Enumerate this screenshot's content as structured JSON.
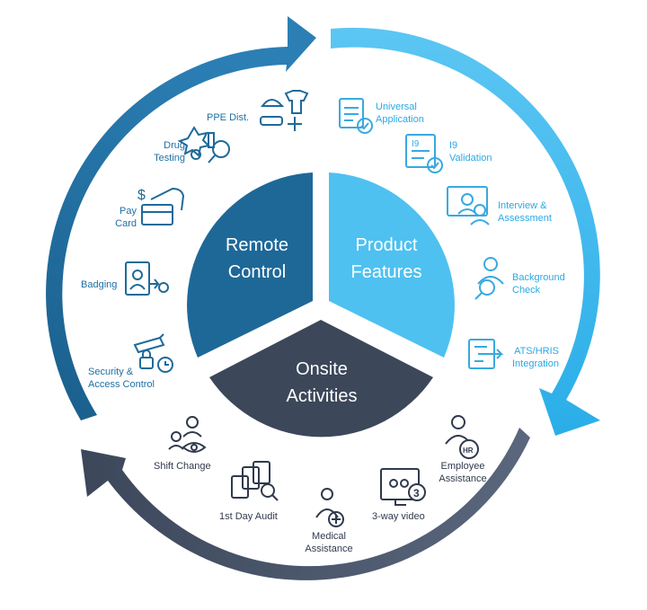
{
  "segments": {
    "remote": {
      "label": "Remote\nControl",
      "color": "#1f6a9a"
    },
    "product": {
      "label": "Product\nFeatures",
      "color": "#3fb6ee"
    },
    "onsite": {
      "label": "Onsite\nActivities",
      "color": "#3c475a"
    }
  },
  "remote_items": [
    {
      "label": "PPE Dist.",
      "icon": "ppe-icon"
    },
    {
      "label": "Drug\nTesting",
      "icon": "drug-testing-icon"
    },
    {
      "label": "Pay\nCard",
      "icon": "pay-card-icon"
    },
    {
      "label": "Badging",
      "icon": "badge-icon"
    },
    {
      "label": "Security &\nAccess Control",
      "icon": "security-camera-icon"
    }
  ],
  "product_items": [
    {
      "label": "Universal\nApplication",
      "icon": "application-icon"
    },
    {
      "label": "I9\nValidation",
      "icon": "i9-icon"
    },
    {
      "label": "Interview &\nAssessment",
      "icon": "interview-icon"
    },
    {
      "label": "Background\nCheck",
      "icon": "background-check-icon"
    },
    {
      "label": "ATS/HRIS\nIntegration",
      "icon": "integration-icon"
    }
  ],
  "onsite_items": [
    {
      "label": "Shift Change",
      "icon": "shift-change-icon"
    },
    {
      "label": "1st Day Audit",
      "icon": "audit-icon"
    },
    {
      "label": "Medical\nAssistance",
      "icon": "medical-icon"
    },
    {
      "label": "3-way video",
      "icon": "video-icon",
      "badge": "3"
    },
    {
      "label": "Employee\nAssistance",
      "icon": "employee-icon",
      "badge": "HR"
    }
  ],
  "colors": {
    "remote_arrow": "#1f6a9a",
    "product_arrow": "#38b8ef",
    "onsite_arrow": "#3c475a"
  }
}
